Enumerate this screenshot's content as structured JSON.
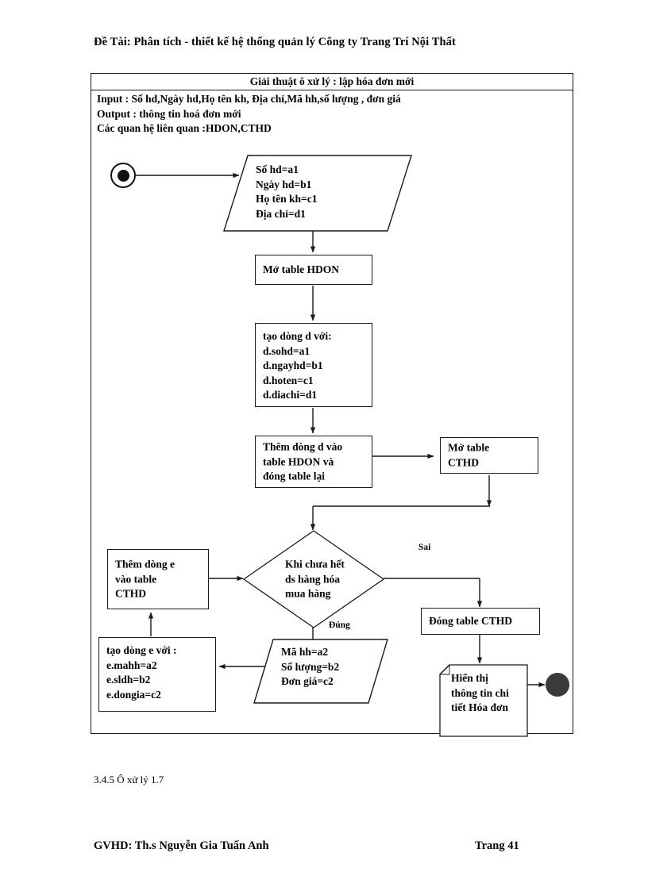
{
  "document": {
    "title": "Đề Tài: Phân tích - thiết kế hệ thống quản lý Công ty Trang Trí Nội Thất",
    "caption": "3.4.5 Ô xử lý 1.7",
    "footer_left": "GVHD: Th.s Nguyễn Gia Tuấn Anh",
    "footer_right": "Trang  41"
  },
  "algorithm": {
    "heading": "Giải thuật ô xử lý : lập hóa đơn mới",
    "input": "Input  : Số hd,Ngày hd,Họ tên kh, Địa chỉ,Mã hh,số lượng , đơn giá",
    "output": "Output  : thông tin hoá đơn mới",
    "relations": "Các quan hệ liên quan :HDON,CTHD"
  },
  "flowchart": {
    "type": "flowchart",
    "nodes": [
      {
        "id": "start",
        "shape": "start-terminator",
        "label": ""
      },
      {
        "id": "input-hd",
        "shape": "parallelogram",
        "label": "Số hd=a1\nNgày hd=b1\nHọ tên kh=c1\nĐịa chỉ=d1"
      },
      {
        "id": "open-hdon",
        "shape": "process",
        "label": "Mở table HDON"
      },
      {
        "id": "make-row-d",
        "shape": "process",
        "label": "tạo dòng d với:\nd.sohd=a1\nd.ngayhd=b1\nd.hoten=c1\nd.diachi=d1"
      },
      {
        "id": "insert-hdon",
        "shape": "process",
        "label": "Thêm dòng d vào\ntable HDON và\nđóng table lại"
      },
      {
        "id": "open-cthd",
        "shape": "process",
        "label": "Mở table\nCTHD"
      },
      {
        "id": "loop-check",
        "shape": "decision",
        "label": "Khi chưa hết\nds hàng hóa\nmua hàng"
      },
      {
        "id": "insert-cthd",
        "shape": "process",
        "label": "Thêm dòng e\nvào table\nCTHD"
      },
      {
        "id": "make-row-e",
        "shape": "process",
        "label": "tạo dòng e với :\ne.mahh=a2\ne.sldh=b2\ne.dongia=c2"
      },
      {
        "id": "input-item",
        "shape": "parallelogram",
        "label": "Mã hh=a2\nSố lượng=b2\nĐơn giá=c2"
      },
      {
        "id": "close-cthd",
        "shape": "process",
        "label": "Đóng table CTHD"
      },
      {
        "id": "show-invoice",
        "shape": "document",
        "label": "Hiển thị\nthông tin chi\ntiết Hóa đơn"
      },
      {
        "id": "end",
        "shape": "end-terminator",
        "label": ""
      }
    ],
    "edge_labels": {
      "false_branch": "Sai",
      "true_branch": "Đúng"
    }
  },
  "colors": {
    "ink": "#1a1a1a",
    "paper": "#ffffff",
    "terminator_fill": "#3a3a3a"
  }
}
